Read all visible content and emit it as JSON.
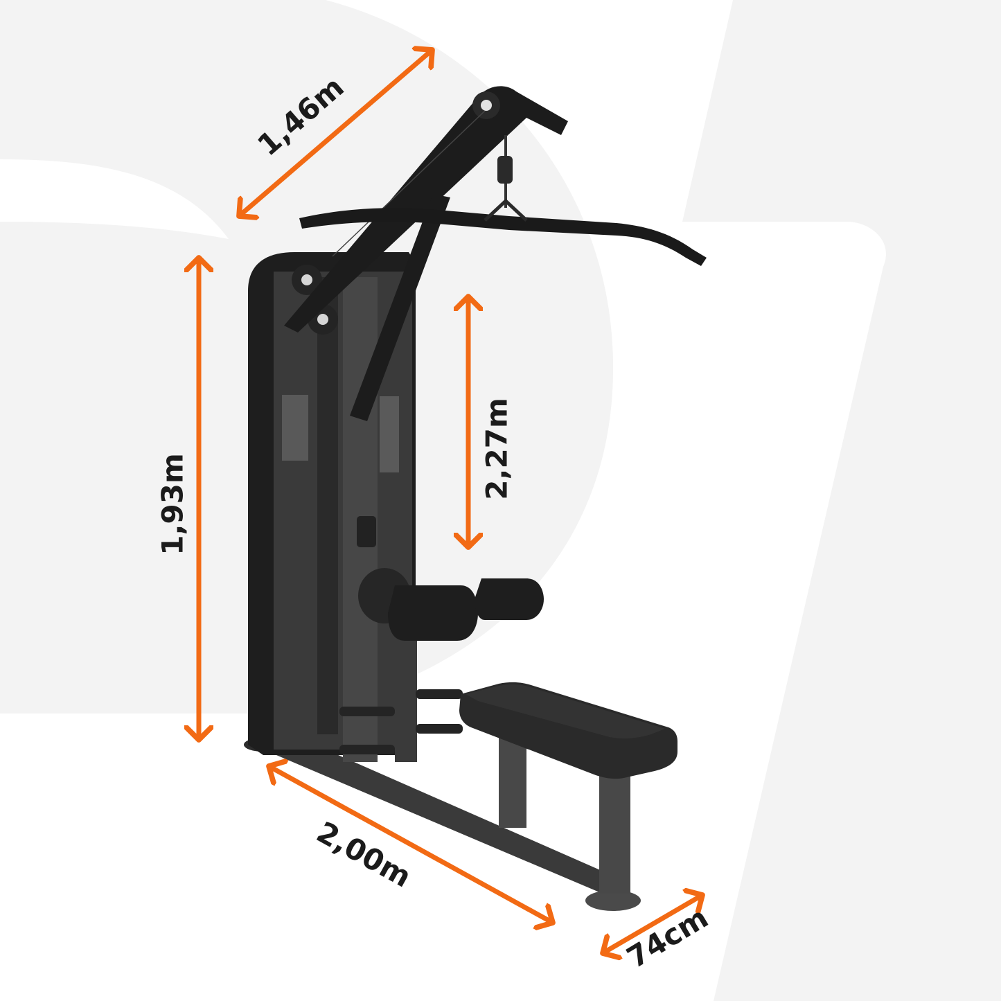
{
  "accent_color": "#f26a14",
  "label_color": "#1b1b1b",
  "background_shape_color": "#f3f3f3",
  "machine_color": "#2b2b2b",
  "dimensions": {
    "top_arm_length": "1,46m",
    "frame_height": "1,93m",
    "pulldown_travel": "2,27m",
    "base_length": "2,00m",
    "base_width": "74cm"
  }
}
